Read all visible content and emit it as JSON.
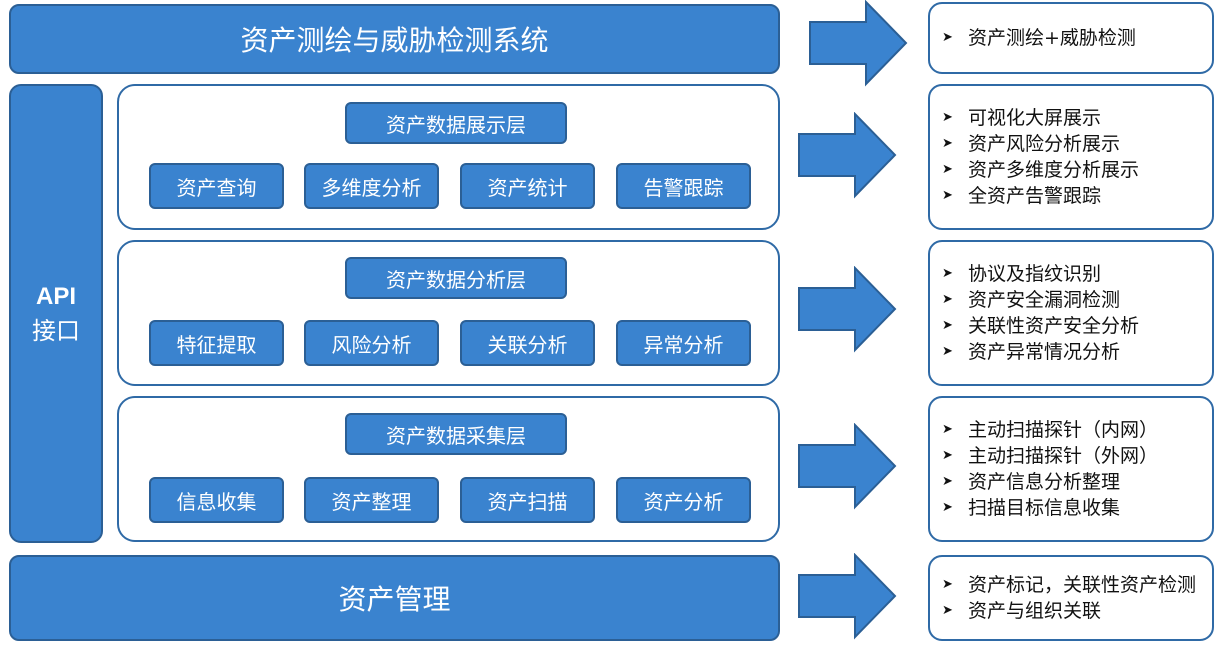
{
  "header": {
    "title": "资产测绘与威胁检测系统"
  },
  "api": {
    "line1": "API",
    "line2": "接口"
  },
  "layers": {
    "display": {
      "title": "资产数据展示层",
      "modules": [
        "资产查询",
        "多维度分析",
        "资产统计",
        "告警跟踪"
      ]
    },
    "analysis": {
      "title": "资产数据分析层",
      "modules": [
        "特征提取",
        "风险分析",
        "关联分析",
        "异常分析"
      ]
    },
    "collection": {
      "title": "资产数据采集层",
      "modules": [
        "信息收集",
        "资产整理",
        "资产扫描",
        "资产分析"
      ]
    }
  },
  "footer": {
    "title": "资产管理"
  },
  "descriptions": {
    "header": [
      "资产测绘+威胁检测"
    ],
    "display": [
      "可视化大屏展示",
      "资产风险分析展示",
      "资产多维度分析展示",
      "全资产告警跟踪"
    ],
    "analysis": [
      "协议及指纹识别",
      "资产安全漏洞检测",
      "关联性资产安全分析",
      "资产异常情况分析"
    ],
    "collection": [
      "主动扫描探针（内网）",
      "主动扫描探针（外网）",
      "资产信息分析整理",
      "扫描目标信息收集"
    ],
    "management": [
      "资产标记，关联性资产检测",
      "资产与组织关联"
    ]
  },
  "bullet_icon": "arrowhead-bullet",
  "colors": {
    "box_fill": "#3a83cf",
    "box_border": "#2b5f95",
    "outline": "#2f6aa6",
    "arrow": "#3a83cf"
  }
}
